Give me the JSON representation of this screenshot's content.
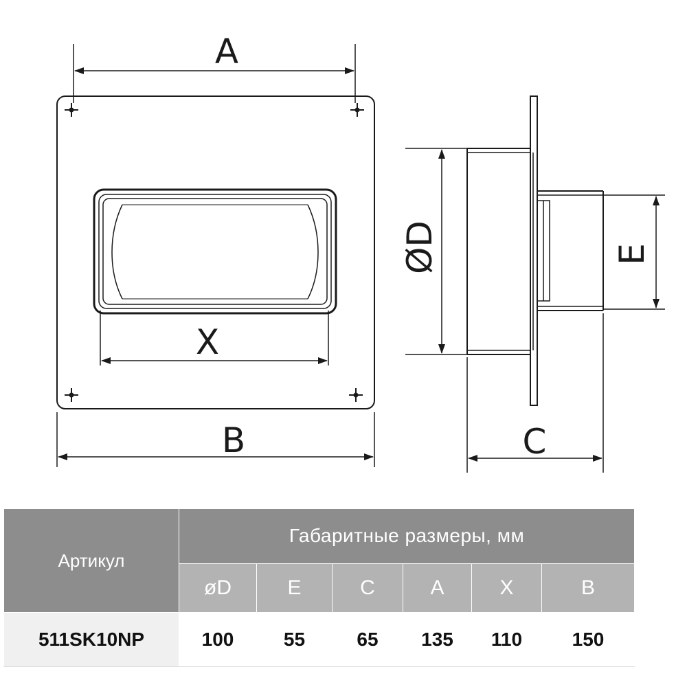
{
  "labels": {
    "A": "A",
    "B": "B",
    "X": "X",
    "D": "ØD",
    "E": "E",
    "C": "C"
  },
  "table": {
    "article_header": "Артикул",
    "group_header": "Габаритные размеры, мм",
    "columns": [
      "øD",
      "E",
      "C",
      "A",
      "X",
      "B"
    ],
    "rows": [
      {
        "article": "511SK10NP",
        "values": [
          "100",
          "55",
          "65",
          "135",
          "110",
          "150"
        ]
      }
    ]
  },
  "colors": {
    "header_dark": "#8d8d8d",
    "header_light": "#b3b3b3",
    "line": "#1a1a1a"
  },
  "icons": [
    "mounting-hole-icon"
  ]
}
